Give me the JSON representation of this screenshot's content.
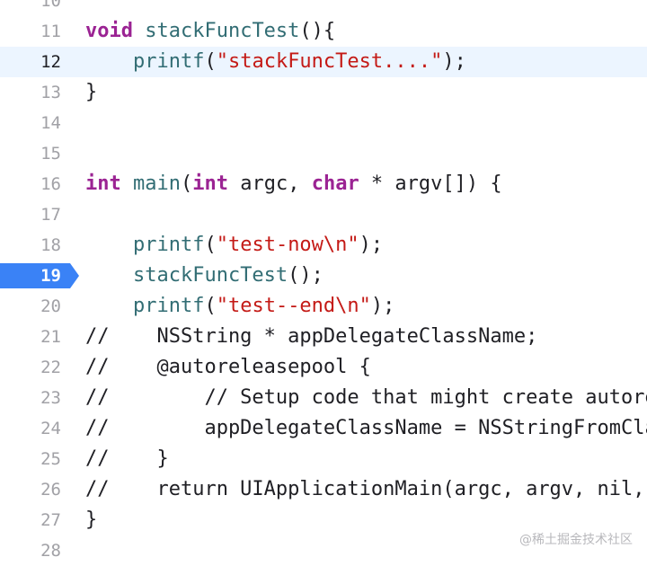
{
  "editor": {
    "current_line": 12,
    "breakpoint_line": 19,
    "lines": [
      {
        "n": "10",
        "tokens": []
      },
      {
        "n": "11",
        "tokens": [
          {
            "t": "kw",
            "v": "void"
          },
          {
            "t": "pl",
            "v": " "
          },
          {
            "t": "fn",
            "v": "stackFuncTest"
          },
          {
            "t": "pl",
            "v": "(){"
          }
        ]
      },
      {
        "n": "12",
        "tokens": [
          {
            "t": "pl",
            "v": "    "
          },
          {
            "t": "fn",
            "v": "printf"
          },
          {
            "t": "pl",
            "v": "("
          },
          {
            "t": "str",
            "v": "\"stackFuncTest....\""
          },
          {
            "t": "pl",
            "v": ");"
          }
        ]
      },
      {
        "n": "13",
        "tokens": [
          {
            "t": "pl",
            "v": "}"
          }
        ]
      },
      {
        "n": "14",
        "tokens": []
      },
      {
        "n": "15",
        "tokens": []
      },
      {
        "n": "16",
        "tokens": [
          {
            "t": "kw",
            "v": "int"
          },
          {
            "t": "pl",
            "v": " "
          },
          {
            "t": "fn",
            "v": "main"
          },
          {
            "t": "pl",
            "v": "("
          },
          {
            "t": "kw",
            "v": "int"
          },
          {
            "t": "pl",
            "v": " argc, "
          },
          {
            "t": "kw",
            "v": "char"
          },
          {
            "t": "pl",
            "v": " * argv[]) {"
          }
        ]
      },
      {
        "n": "17",
        "tokens": []
      },
      {
        "n": "18",
        "tokens": [
          {
            "t": "pl",
            "v": "    "
          },
          {
            "t": "fn",
            "v": "printf"
          },
          {
            "t": "pl",
            "v": "("
          },
          {
            "t": "str",
            "v": "\"test-now\\n\""
          },
          {
            "t": "pl",
            "v": ");"
          }
        ]
      },
      {
        "n": "19",
        "tokens": [
          {
            "t": "pl",
            "v": "    "
          },
          {
            "t": "fn",
            "v": "stackFuncTest"
          },
          {
            "t": "pl",
            "v": "();"
          }
        ]
      },
      {
        "n": "20",
        "tokens": [
          {
            "t": "pl",
            "v": "    "
          },
          {
            "t": "fn",
            "v": "printf"
          },
          {
            "t": "pl",
            "v": "("
          },
          {
            "t": "str",
            "v": "\"test--end\\n\""
          },
          {
            "t": "pl",
            "v": ");"
          }
        ]
      },
      {
        "n": "21",
        "tokens": [
          {
            "t": "pl",
            "v": "//    NSString * appDelegateClassName;"
          }
        ]
      },
      {
        "n": "22",
        "tokens": [
          {
            "t": "pl",
            "v": "//    @autoreleasepool {"
          }
        ]
      },
      {
        "n": "23",
        "tokens": [
          {
            "t": "pl",
            "v": "//        // Setup code that might create autoreleased objects goes here."
          }
        ]
      },
      {
        "n": "24",
        "tokens": [
          {
            "t": "pl",
            "v": "//        appDelegateClassName = NSStringFromClass([AppDelegate class]);"
          }
        ]
      },
      {
        "n": "25",
        "tokens": [
          {
            "t": "pl",
            "v": "//    }"
          }
        ]
      },
      {
        "n": "26",
        "tokens": [
          {
            "t": "pl",
            "v": "//    return UIApplicationMain(argc, argv, nil, appDelegateClassName);"
          }
        ]
      },
      {
        "n": "27",
        "tokens": [
          {
            "t": "pl",
            "v": "}"
          }
        ]
      },
      {
        "n": "28",
        "tokens": []
      }
    ]
  },
  "watermark": "@稀土掘金技术社区",
  "colors": {
    "keyword": "#9b2393",
    "function": "#326d74",
    "string": "#c41a16",
    "plain": "#1f1f24",
    "gutter": "#a1a1a6",
    "current_line_bg": "#ecf5ff",
    "breakpoint": "#3a82f6"
  }
}
